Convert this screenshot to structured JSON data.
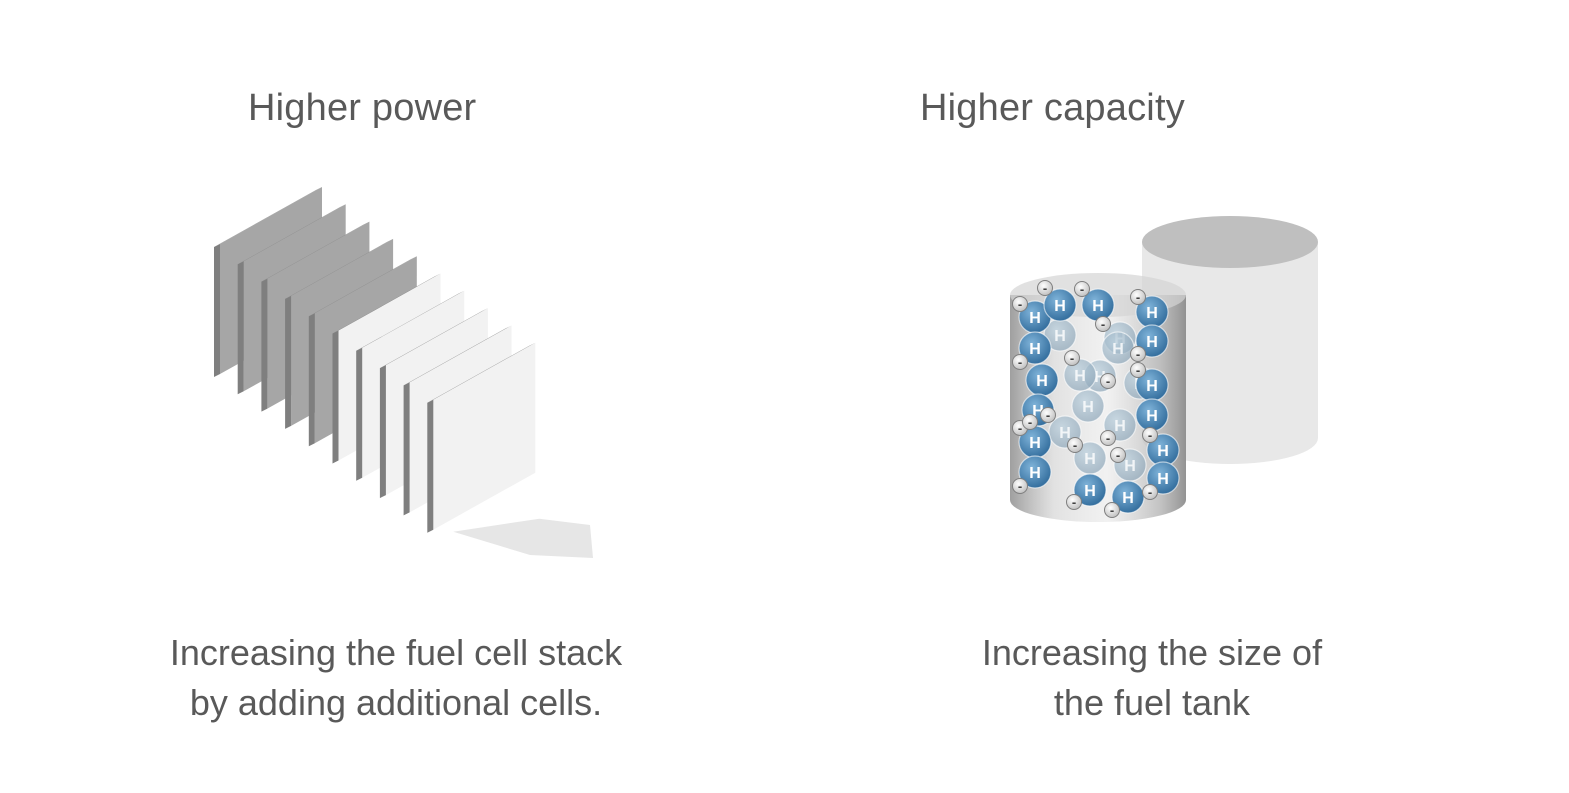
{
  "left": {
    "heading": "Higher power",
    "caption_line1": "Increasing the fuel cell stack",
    "caption_line2": "by adding additional cells.",
    "figure_icon": "fuel-cell-stack-icon",
    "cell_count": 10,
    "dark_cell_count": 5
  },
  "right": {
    "heading": "Higher capacity",
    "caption_line1": "Increasing the size of",
    "caption_line2": "the fuel tank",
    "figure_icon": "hydrogen-tank-icon",
    "molecule_label": "H",
    "electron_label": "-"
  },
  "colors": {
    "text": "#595959",
    "dark_plate_face": "#a6a6a6",
    "dark_plate_edge": "#7f7f7f",
    "light_plate_face": "#f2f2f2",
    "light_plate_edge": "#7f7f7f",
    "shadow": "#e6e6e6",
    "big_tank_body": "#e8e8e8",
    "big_tank_top": "#bfbfbf",
    "hydrogen_blue": "#3f7fb0",
    "electron": "#d9d9d9"
  }
}
